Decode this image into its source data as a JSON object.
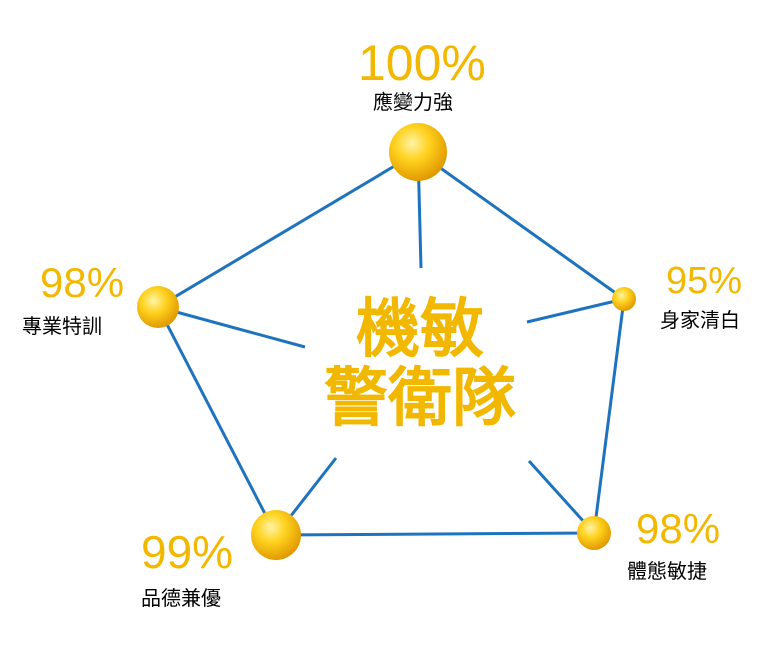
{
  "center": {
    "line1": "機敏",
    "line2": "警衛隊"
  },
  "nodes": [
    {
      "key": "top",
      "percent": "100%",
      "label": "應變力強"
    },
    {
      "key": "left",
      "percent": "98%",
      "label": "專業特訓"
    },
    {
      "key": "right",
      "percent": "95%",
      "label": "身家清白"
    },
    {
      "key": "bottom-right",
      "percent": "98%",
      "label": "體態敏捷"
    },
    {
      "key": "bottom-left",
      "percent": "99%",
      "label": "品德兼優"
    }
  ],
  "colors": {
    "line": "#1E73BE",
    "accent": "#F2B800",
    "node": "#F5B800",
    "text": "#000000"
  }
}
